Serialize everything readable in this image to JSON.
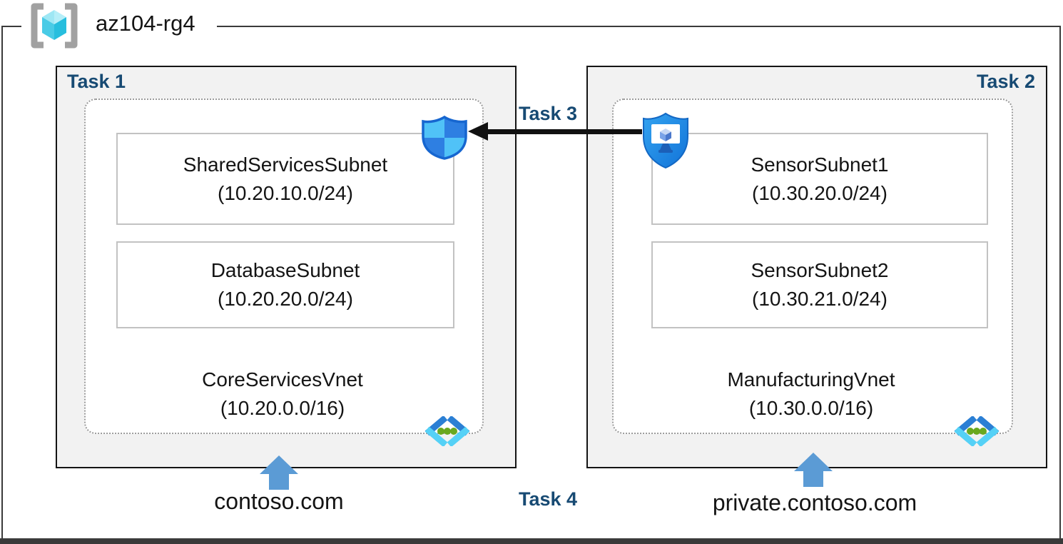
{
  "resource_group": {
    "name": "az104-rg4",
    "icon": "resource-group-icon"
  },
  "left_panel": {
    "task_label": "Task 1",
    "subnets": [
      {
        "name": "SharedServicesSubnet",
        "cidr": "(10.20.10.0/24)"
      },
      {
        "name": "DatabaseSubnet",
        "cidr": "(10.20.20.0/24)"
      }
    ],
    "vnet": {
      "name": "CoreServicesVnet",
      "cidr": "(10.20.0.0/16)"
    },
    "dns_zone": "contoso.com"
  },
  "right_panel": {
    "task_label": "Task 2",
    "subnets": [
      {
        "name": "SensorSubnet1",
        "cidr": "(10.30.20.0/24)"
      },
      {
        "name": "SensorSubnet2",
        "cidr": "(10.30.21.0/24)"
      }
    ],
    "vnet": {
      "name": "ManufacturingVnet",
      "cidr": "(10.30.0.0/16)"
    },
    "dns_zone": "private.contoso.com"
  },
  "connections": {
    "task3_label": "Task 3",
    "task4_label": "Task 4"
  },
  "icons": {
    "nsg": "network-security-group-icon",
    "vm_shield": "protected-vm-icon",
    "vnet": "virtual-network-icon",
    "resource_group": "resource-group-icon"
  },
  "colors": {
    "task_label": "#174a73",
    "panel_fill": "#f2f2f2",
    "blue_arrow": "#5b9bd5",
    "nsg_light": "#50c2f7",
    "nsg_dark": "#2e7fe2",
    "shield_fill": "#2090ec",
    "vnet_chevron_dark": "#2b7fd4",
    "vnet_chevron_cyan": "#55d1f6",
    "vnet_dots_green": "#69a81e"
  }
}
